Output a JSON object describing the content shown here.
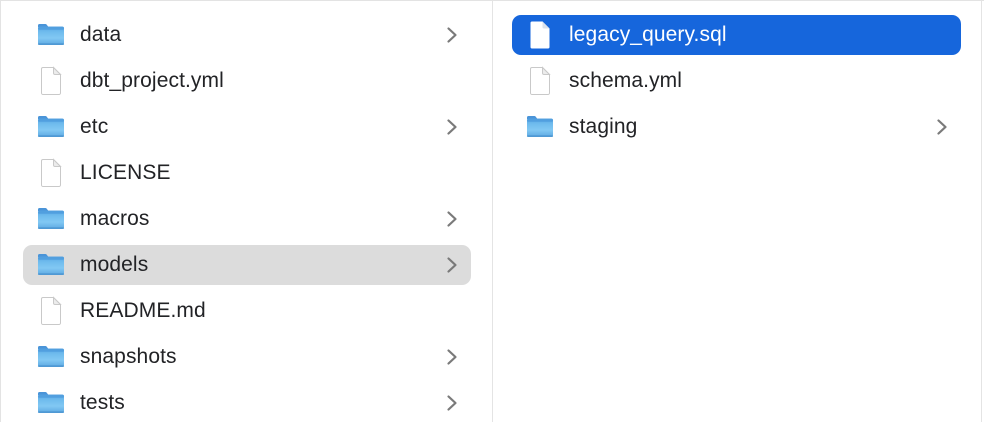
{
  "window": {
    "type": "file-browser-column-view"
  },
  "colors": {
    "selection_focused": "#1666dc",
    "selection_unfocused": "#dcdcdc",
    "text": "#222326",
    "text_selected": "#ffffff",
    "divider": "#e4e4e4",
    "chevron": "#7a7a7a",
    "folder_blue": "#6ab5ec",
    "background": "#ffffff"
  },
  "icons": {
    "folder": "folder-icon",
    "file": "document-icon",
    "chevron": "chevron-right-icon"
  },
  "columns": [
    {
      "id": "left",
      "items": [
        {
          "label": "data",
          "kind": "folder",
          "chevron": true,
          "selected": "none"
        },
        {
          "label": "dbt_project.yml",
          "kind": "file",
          "chevron": false,
          "selected": "none"
        },
        {
          "label": "etc",
          "kind": "folder",
          "chevron": true,
          "selected": "none"
        },
        {
          "label": "LICENSE",
          "kind": "file",
          "chevron": false,
          "selected": "none"
        },
        {
          "label": "macros",
          "kind": "folder",
          "chevron": true,
          "selected": "none"
        },
        {
          "label": "models",
          "kind": "folder",
          "chevron": true,
          "selected": "unfocused"
        },
        {
          "label": "README.md",
          "kind": "file",
          "chevron": false,
          "selected": "none"
        },
        {
          "label": "snapshots",
          "kind": "folder",
          "chevron": true,
          "selected": "none"
        },
        {
          "label": "tests",
          "kind": "folder",
          "chevron": true,
          "selected": "none"
        }
      ]
    },
    {
      "id": "right",
      "items": [
        {
          "label": "legacy_query.sql",
          "kind": "file",
          "chevron": false,
          "selected": "focused"
        },
        {
          "label": "schema.yml",
          "kind": "file",
          "chevron": false,
          "selected": "none"
        },
        {
          "label": "staging",
          "kind": "folder",
          "chevron": true,
          "selected": "none"
        }
      ]
    }
  ]
}
